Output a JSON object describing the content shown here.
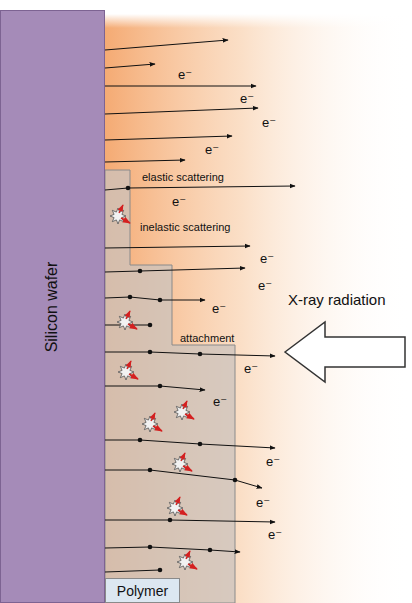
{
  "diagram": {
    "nodes": [
      {
        "text": [
          "Silicon wafer"
        ]
      },
      {
        "text": [
          "Polymer"
        ]
      }
    ],
    "labels": [
      "e⁻",
      "e⁻",
      "e⁻",
      "e⁻",
      "elastic scattering",
      "e⁻",
      "inelastic scattering",
      "e⁻",
      "e⁻",
      "X-ray radiation",
      "e⁻",
      "attachment",
      "e⁻",
      "e⁻",
      "e⁻",
      "e⁻",
      "e⁻"
    ]
  }
}
